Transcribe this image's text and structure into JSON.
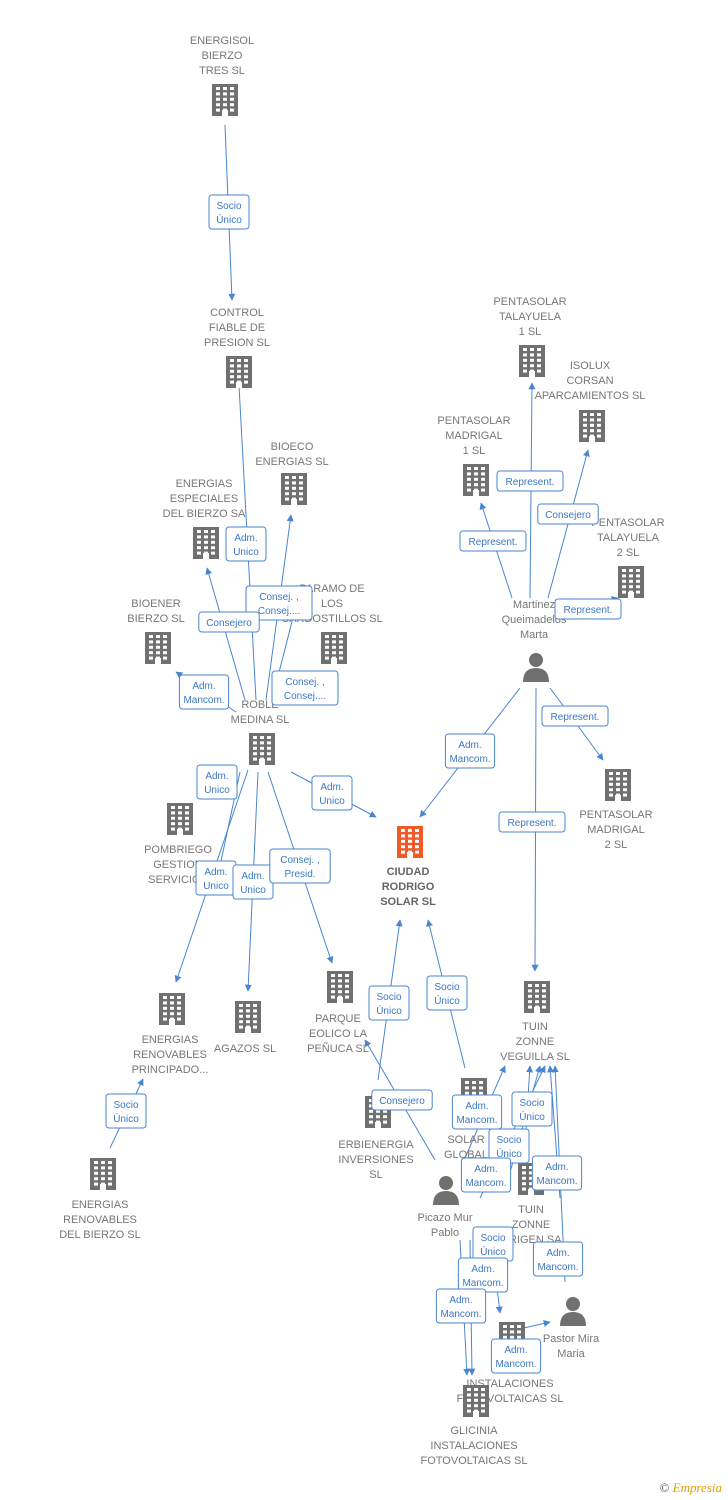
{
  "colors": {
    "node": "#707070",
    "center_node": "#f05a28",
    "edge": "#4a86d0",
    "edge_text": "#3b78c4"
  },
  "nodes": [
    {
      "id": "energisol",
      "label": [
        "ENERGISOL",
        "BIERZO",
        "TRES SL"
      ],
      "kind": "company"
    },
    {
      "id": "control",
      "label": [
        "CONTROL",
        "FIABLE DE",
        "PRESION SL"
      ],
      "kind": "company"
    },
    {
      "id": "bioeco",
      "label": [
        "BIOECO",
        "ENERGIAS SL"
      ],
      "kind": "company"
    },
    {
      "id": "eeb",
      "label": [
        "ENERGIAS",
        "ESPECIALES",
        "DEL BIERZO SA"
      ],
      "kind": "company"
    },
    {
      "id": "bioener",
      "label": [
        "BIOENER",
        "BIERZO SL"
      ],
      "kind": "company"
    },
    {
      "id": "paramo",
      "label": [
        "PARAMO DE",
        "LOS",
        "CARDOSTILLOS SL"
      ],
      "kind": "company"
    },
    {
      "id": "roble",
      "label": [
        "ROBLE",
        "MEDINA SL"
      ],
      "kind": "company"
    },
    {
      "id": "pombriego",
      "label": [
        "POMBRIEGO",
        "GESTION",
        "SERVICIOS"
      ],
      "kind": "company"
    },
    {
      "id": "ciudad",
      "label": [
        "CIUDAD",
        "RODRIGO",
        "SOLAR  SL"
      ],
      "kind": "center"
    },
    {
      "id": "erp",
      "label": [
        "ENERGIAS",
        "RENOVABLES",
        "PRINCIPADO..."
      ],
      "kind": "company"
    },
    {
      "id": "agazos",
      "label": [
        "AGAZOS SL"
      ],
      "kind": "company"
    },
    {
      "id": "parque",
      "label": [
        "PARQUE",
        "EOLICO LA",
        "PEÑUCA SL"
      ],
      "kind": "company"
    },
    {
      "id": "erb",
      "label": [
        "ENERGIAS",
        "RENOVABLES",
        "DEL BIERZO SL"
      ],
      "kind": "company"
    },
    {
      "id": "erbienergia",
      "label": [
        "ERBIENERGIA",
        "INVERSIONES",
        "SL"
      ],
      "kind": "company"
    },
    {
      "id": "pt1",
      "label": [
        "PENTASOLAR",
        "TALAYUELA",
        "1 SL"
      ],
      "kind": "company"
    },
    {
      "id": "isolux",
      "label": [
        "ISOLUX",
        "CORSAN",
        "APARCAMIENTOS SL"
      ],
      "kind": "company"
    },
    {
      "id": "pm1",
      "label": [
        "PENTASOLAR",
        "MADRIGAL",
        "1 SL"
      ],
      "kind": "company"
    },
    {
      "id": "pt2",
      "label": [
        "PENTASOLAR",
        "TALAYUELA",
        "2 SL"
      ],
      "kind": "company"
    },
    {
      "id": "martinez",
      "label": [
        "Martinez",
        "Queimadelos",
        "Marta"
      ],
      "kind": "person"
    },
    {
      "id": "pm2",
      "label": [
        "PENTASOLAR",
        "MADRIGAL",
        "2 SL"
      ],
      "kind": "company"
    },
    {
      "id": "tuinv",
      "label": [
        "TUIN",
        "ZONNE",
        "VEGUILLA SL"
      ],
      "kind": "company"
    },
    {
      "id": "global",
      "label": [
        "G",
        "SOLAR",
        "GLOBAL"
      ],
      "kind": "company"
    },
    {
      "id": "tuino",
      "label": [
        "TUIN",
        "ZONNE",
        "ORIGEN SA"
      ],
      "kind": "company"
    },
    {
      "id": "picazo",
      "label": [
        "Picazo Mur",
        "Pablo"
      ],
      "kind": "person"
    },
    {
      "id": "pastor",
      "label": [
        "Pastor Mira",
        "Maria"
      ],
      "kind": "person"
    },
    {
      "id": "inst",
      "label": [
        "INSTALACIONES",
        "FOTOVOLTAICAS SL"
      ],
      "kind": "company"
    },
    {
      "id": "glicinia",
      "label": [
        "GLICINIA",
        "INSTALACIONES",
        "FOTOVOLTAICAS SL"
      ],
      "kind": "company"
    }
  ],
  "edges": [
    {
      "label": [
        "Socio",
        "Único"
      ]
    },
    {
      "label": [
        "Adm.",
        "Unico"
      ]
    },
    {
      "label": [
        "Consej. ,",
        "Consej...."
      ]
    },
    {
      "label": [
        "Consejero"
      ]
    },
    {
      "label": [
        "Adm.",
        "Mancom."
      ]
    },
    {
      "label": [
        "Consej. ,",
        "Consej...."
      ]
    },
    {
      "label": [
        "Adm.",
        "Unico"
      ]
    },
    {
      "label": [
        "Adm.",
        "Unico"
      ]
    },
    {
      "label": [
        "Adm.",
        "Unico"
      ]
    },
    {
      "label": [
        "Adm.",
        "Unico"
      ]
    },
    {
      "label": [
        "Consej. ,",
        "Presid."
      ]
    },
    {
      "label": [
        "Socio",
        "Único"
      ]
    },
    {
      "label": [
        "Socio",
        "Único"
      ]
    },
    {
      "label": [
        "Socio",
        "Único"
      ]
    },
    {
      "label": [
        "Consejero"
      ]
    },
    {
      "label": [
        "Represent."
      ]
    },
    {
      "label": [
        "Consejero"
      ]
    },
    {
      "label": [
        "Represent."
      ]
    },
    {
      "label": [
        "Represent."
      ]
    },
    {
      "label": [
        "Adm.",
        "Mancom."
      ]
    },
    {
      "label": [
        "Represent."
      ]
    },
    {
      "label": [
        "Represent."
      ]
    },
    {
      "label": [
        "Adm.",
        "Mancom."
      ]
    },
    {
      "label": [
        "Socio",
        "Único"
      ]
    },
    {
      "label": [
        "Socio",
        "Único"
      ]
    },
    {
      "label": [
        "Adm.",
        "Mancom."
      ]
    },
    {
      "label": [
        "Adm.",
        "Mancom."
      ]
    },
    {
      "label": [
        "Adm.",
        "Mancom."
      ]
    },
    {
      "label": [
        "Socio",
        "Único"
      ]
    },
    {
      "label": [
        "Adm.",
        "Mancom."
      ]
    },
    {
      "label": [
        "Adm.",
        "Mancom."
      ]
    },
    {
      "label": [
        "Adm.",
        "Mancom."
      ]
    }
  ],
  "brand": {
    "copyright": "©",
    "name": "Empresia"
  }
}
